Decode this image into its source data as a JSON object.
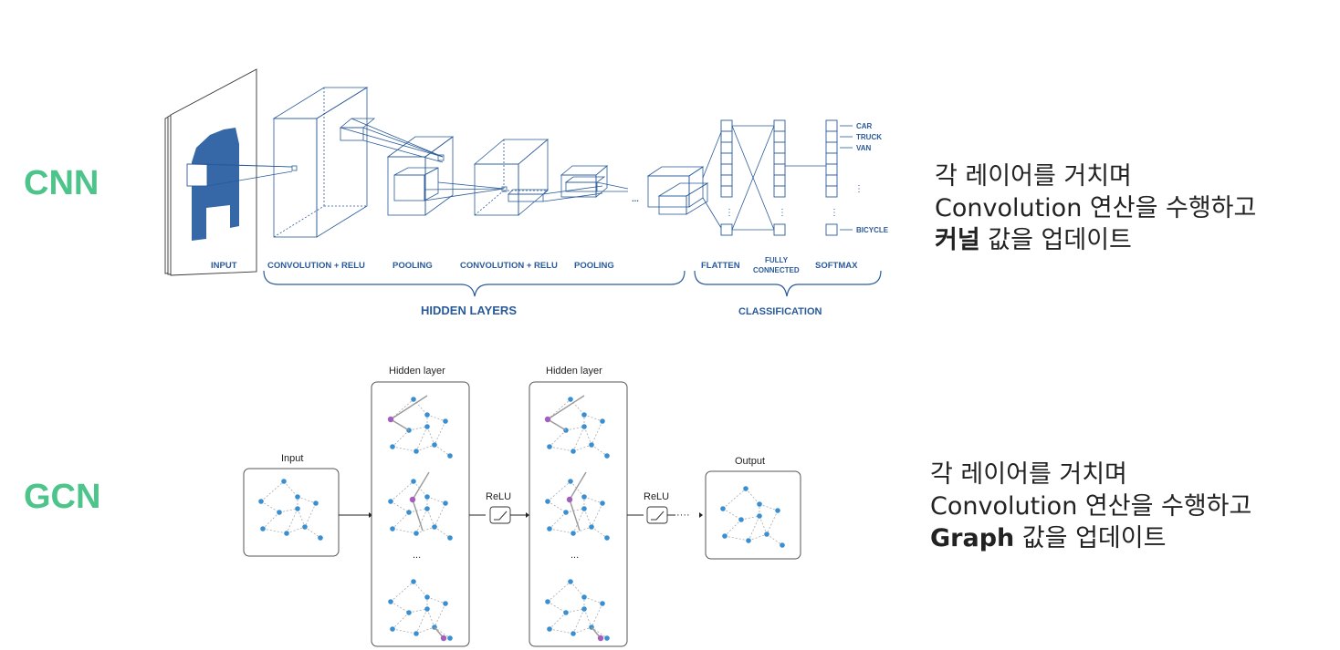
{
  "cnn": {
    "label": "CNN",
    "desc_line1": "각 레이어를 거치며",
    "desc_line2": "Convolution 연산을 수행하고",
    "desc_line3_bold": "커널",
    "desc_line3_rest": " 값을 업데이트",
    "diagram": {
      "input": "INPUT",
      "conv1": "CONVOLUTION + RELU",
      "pool1": "POOLING",
      "conv2": "CONVOLUTION + RELU",
      "pool2": "POOLING",
      "flatten": "FLATTEN",
      "fully": "FULLY",
      "connected": "CONNECTED",
      "softmax": "SOFTMAX",
      "hidden": "HIDDEN LAYERS",
      "classification": "CLASSIFICATION",
      "classes": [
        "CAR",
        "TRUCK",
        "VAN",
        "BICYCLE"
      ],
      "ellipsis": "..."
    }
  },
  "gcn": {
    "label": "GCN",
    "desc_line1": "각 레이어를 거치며",
    "desc_line2": "Convolution 연산을 수행하고",
    "desc_line3_bold": "Graph",
    "desc_line3_rest": " 값을 업데이트",
    "diagram": {
      "input": "Input",
      "hidden1": "Hidden layer",
      "relu1": "ReLU",
      "hidden2": "Hidden layer",
      "relu2": "ReLU",
      "output": "Output",
      "dots": "...",
      "tail": "····"
    }
  },
  "colors": {
    "accent": "#4cc48a",
    "cnn_blue": "#2a5a9a",
    "node_blue": "#3a8fd0",
    "node_purple": "#a55dbe"
  }
}
